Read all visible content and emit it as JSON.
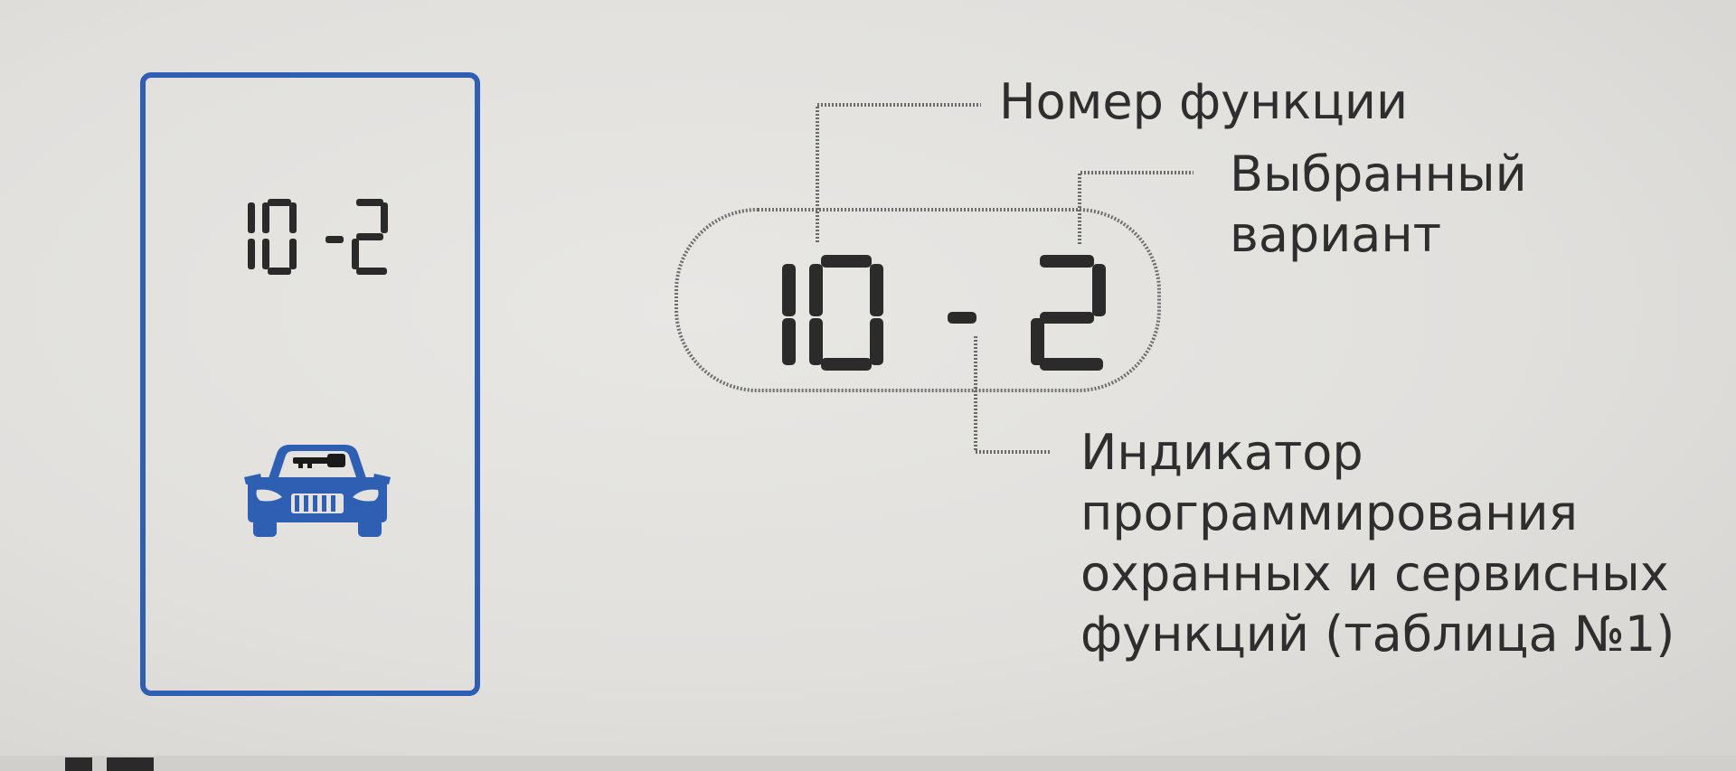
{
  "display": {
    "function_number": "10",
    "separator": "-",
    "selected_option": "2"
  },
  "callouts": {
    "function_number": "Номер функции",
    "selected_option_line1": "Выбранный",
    "selected_option_line2": "вариант",
    "programming_indicator_line1": "Индикатор",
    "programming_indicator_line2": "программирования",
    "programming_indicator_line3": "охранных и сервисных",
    "programming_indicator_line4": "функций (таблица №1)"
  },
  "icons": {
    "programming_indicator": "car-with-key-icon"
  },
  "colors": {
    "panel_border": "#2f5fb3",
    "car_icon": "#2f5fb3",
    "segments": "#2a2a2a",
    "text": "#2e2e2e"
  }
}
